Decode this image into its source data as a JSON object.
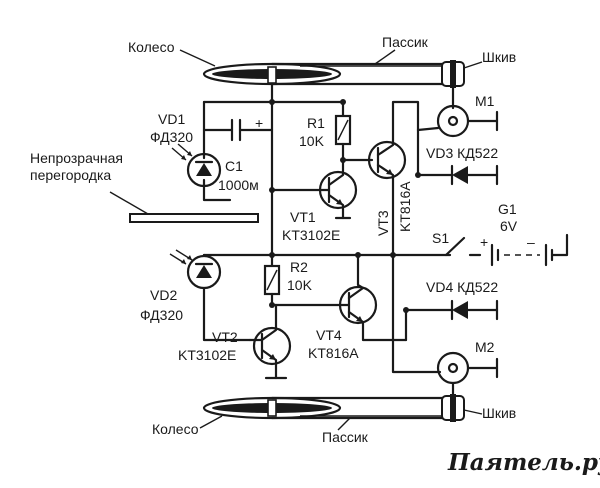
{
  "labels": {
    "wheel_top": "Колесо",
    "belt_top": "Пассик",
    "pulley_top": "Шкив",
    "m1": "M1",
    "vd1": "VD1",
    "vd1_type": "ФД320",
    "r1": "R1",
    "r1_value": "10K",
    "c1": "C1",
    "c1_value": "1000м",
    "c1_plus": "+",
    "vd3": "VD3 КД522",
    "partition_line1": "Непрозрачная",
    "partition_line2": "перегородка",
    "vt1": "VT1",
    "vt1_type": "KT3102E",
    "vt3": "VT3",
    "vt3_type": "KT816A",
    "g1": "G1",
    "g1_voltage": "6V",
    "s1": "S1",
    "bat_plus": "+",
    "bat_minus": "–",
    "vd2": "VD2",
    "vd2_type": "ФД320",
    "r2": "R2",
    "r2_value": "10K",
    "vd4": "VD4 КД522",
    "vt4": "VT4",
    "vt4_type": "KT816A",
    "vt2": "VT2",
    "vt2_type": "KT3102E",
    "m2": "M2",
    "wheel_bottom": "Колесо",
    "belt_bottom": "Пассик",
    "pulley_bottom": "Шкив",
    "watermark": "Паяmель.ру"
  }
}
